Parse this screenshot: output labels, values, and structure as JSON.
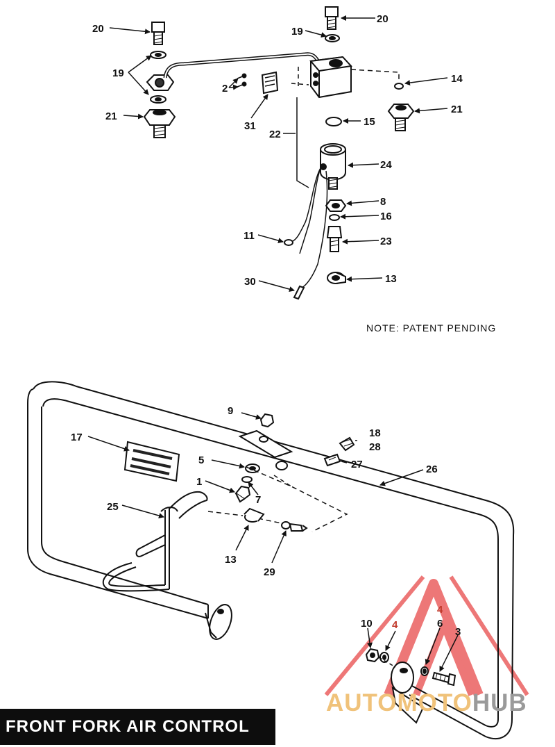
{
  "title": "FRONT FORK AIR CONTROL",
  "note": "NOTE: PATENT PENDING",
  "watermark": {
    "part1": "AUTOMOTO",
    "part2": "HUB",
    "logo_color": "#e84a4a",
    "text_color": "#f0c27a",
    "hub_color": "#9a9a9a"
  },
  "callouts": {
    "c20a": "20",
    "c20b": "20",
    "c19a": "19",
    "c19b": "19",
    "c14": "14",
    "c2": "2",
    "c21a": "21",
    "c21b": "21",
    "c31": "31",
    "c15": "15",
    "c22": "22",
    "c24": "24",
    "c8": "8",
    "c16": "16",
    "c11": "11",
    "c23": "23",
    "c30": "30",
    "c13a": "13",
    "c9": "9",
    "c17": "17",
    "c18": "18",
    "c28": "28",
    "c5": "5",
    "c27": "27",
    "c26": "26",
    "c1": "1",
    "c7": "7",
    "c25": "25",
    "c13b": "13",
    "c29": "29",
    "c10": "10",
    "c4a": "4",
    "c4b": "4",
    "c6": "6",
    "c3": "3"
  }
}
